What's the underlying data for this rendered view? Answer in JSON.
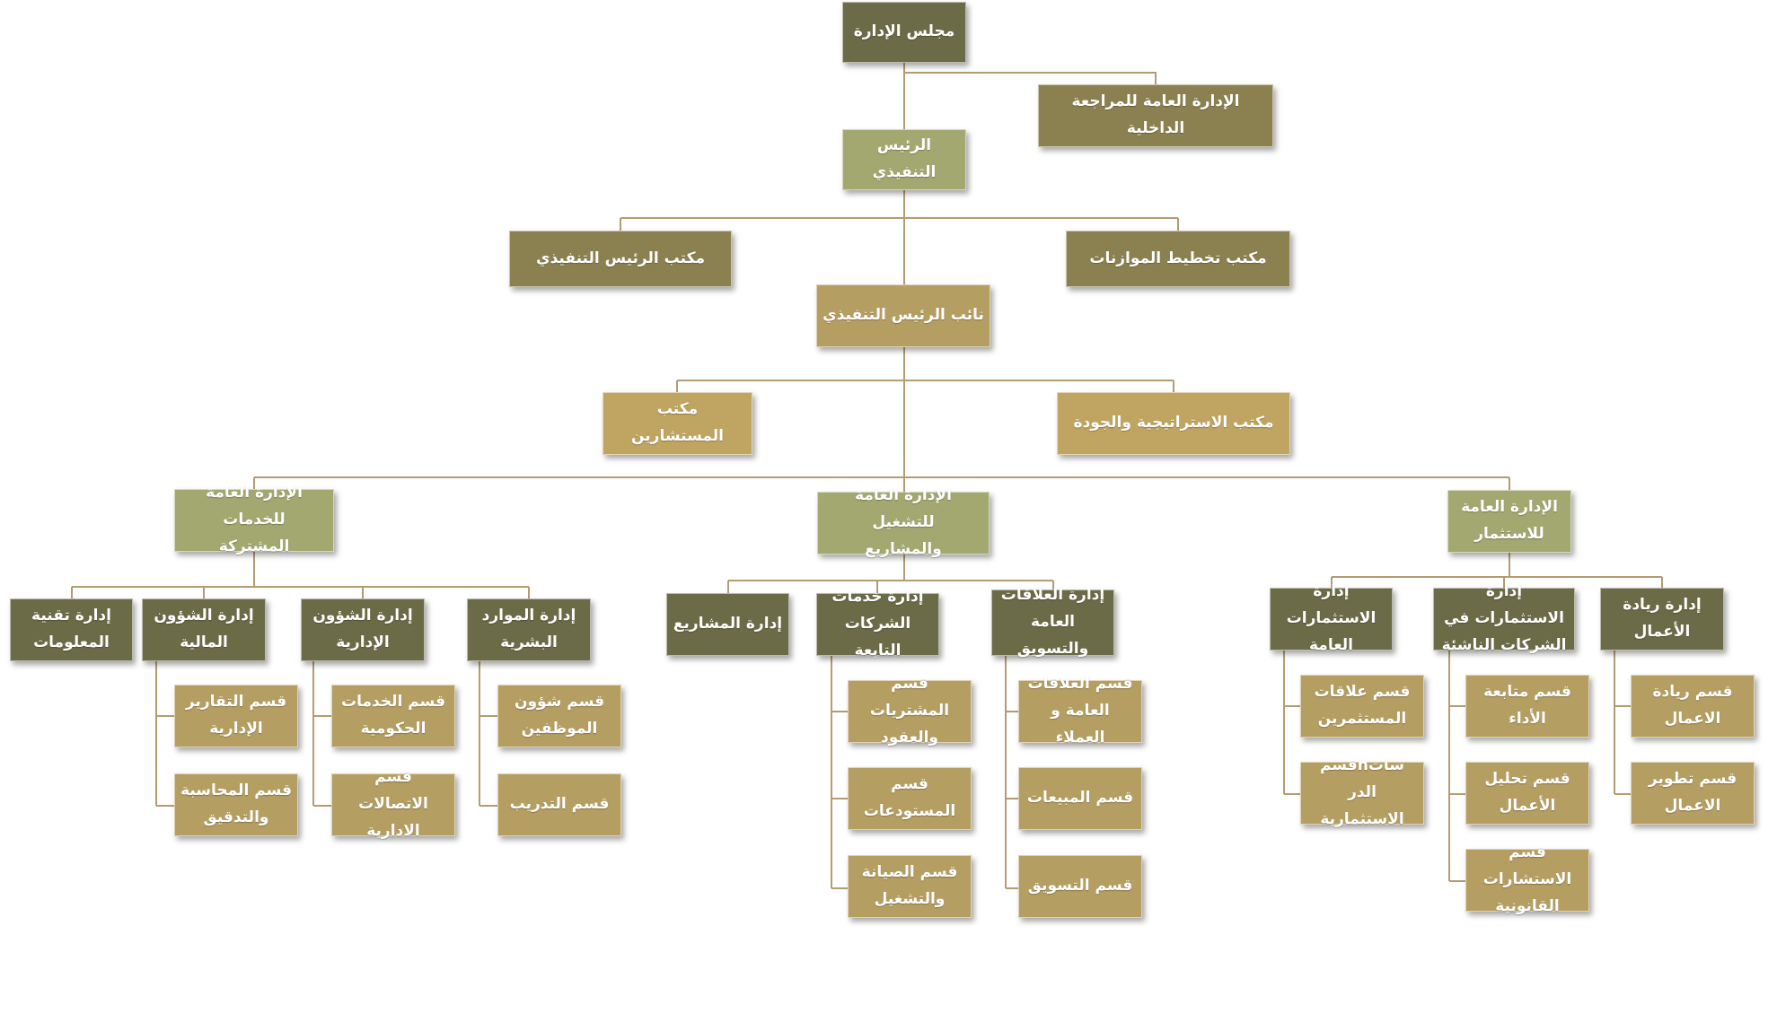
{
  "colors": {
    "dark": "#6b6b47",
    "olive": "#8b8150",
    "sage": "#a2a870",
    "sand": "#c0a462",
    "tan": "#b59e62",
    "connector": "#b59b72"
  },
  "org": {
    "board": "مجلس الإدارة",
    "internal_audit": "الإدارة العامة للمراجعة الداخلية",
    "ceo": "الرئيس التنفيذي",
    "ceo_office": "مكتب الرئيس التنفيذي",
    "budget_planning_office": "مكتب تخطيط الموازنات",
    "deputy_ceo": "نائب الرئيس التنفيذي",
    "advisors_office": "مكتب المستشارين",
    "strategy_quality_office": "مكتب الاستراتيجية والجودة",
    "shared_services": {
      "title": "الإدارة العامة للخدمات\nالمشتركة",
      "it": "إدارة تقنية\nالمعلومات",
      "finance": "إدارة الشؤون\nالمالية",
      "admin": "إدارة الشؤون\nالإدارية",
      "hr": "إدارة الموارد\nالبشرية",
      "admin_reports": "قسم التقارير\nالإدارية",
      "accounting_audit": "قسم المحاسبة\nوالتدقيق",
      "gov_services": "قسم الخدمات\nالحكومية",
      "admin_comms": "قسم الاتصالات\nالادارية",
      "employee_affairs": "قسم شؤون\nالموظفين",
      "training": "قسم التدريب"
    },
    "operations": {
      "title": "الإدارة العامة للتشغيل\nوالمشاريع",
      "projects": "إدارة المشاريع",
      "subsidiaries": "إدارة خدمات\nالشركات التابعة",
      "pr_marketing": "إدارة العلاقات\nالعامة والتسويق",
      "procurement": "قسم المشتريات\nوالعقود",
      "warehouses": "قسم المستودعات",
      "maintenance": "قسم الصيانة\nوالتشغيل",
      "customer_relations": "قسم العلاقات\nالعامة و العملاء",
      "sales": "قسم المبيعات",
      "marketing": "قسم التسويق"
    },
    "investment": {
      "title": "الإدارة العامة\nللاستثمار",
      "public_investments": "إدارة الاستثمارات\nالعامة",
      "startups": "إدارة الاستثمارات في\nالشركات الناشئة",
      "entrepreneurship": "إدارة ريادة الأعمال",
      "investor_relations": "قسم علاقات\nالمستثمرين",
      "investment_studies": "ساتhقسم الدر\nالاستثمارية",
      "performance_followup": "قسم متابعة الأداء",
      "business_analysis": "قسم تحليل\nالأعمال",
      "legal_consulting": "قسم الاستشارات\nالقانونية",
      "entrepreneurship_dept": "قسم ريادة الاعمال",
      "business_development": "قسم تطوير\nالاعمال"
    }
  }
}
